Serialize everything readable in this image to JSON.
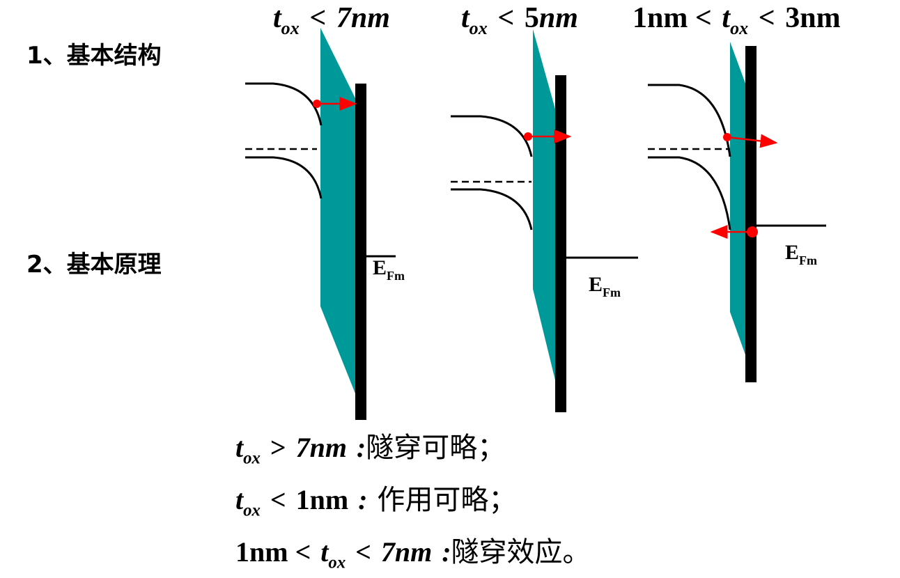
{
  "headers": {
    "h1": {
      "t": "t",
      "sub": "ox",
      "rel": "<",
      "val": "7",
      "unit": "nm"
    },
    "h2": {
      "t": "t",
      "sub": "ox",
      "rel": "<",
      "val": "5",
      "unit": "nm"
    },
    "h3": {
      "pre": "1nm <",
      "t": "t",
      "sub": "ox",
      "rel": "<",
      "val": "3nm"
    }
  },
  "sections": {
    "s1": "1、基本结构",
    "s2": "2、基本原理"
  },
  "fermi_labels": {
    "e": "E",
    "sub": "Fm"
  },
  "bottom_lines": {
    "l1": {
      "t": "t",
      "sub": "ox",
      "rel": ">",
      "val": "7",
      "unit": "nm",
      "colon": ":",
      "text": "隧穿可略；"
    },
    "l2": {
      "t": "t",
      "sub": "ox",
      "rel": "<",
      "val": "1nm",
      "colon": ":",
      "text": "作用可略；"
    },
    "l3": {
      "pre": "1nm <",
      "t": "t",
      "sub": "ox",
      "rel": "<",
      "val": "7",
      "unit": "nm",
      "colon": ":",
      "text": "隧穿效应。"
    }
  },
  "colors": {
    "oxide": "#009999",
    "metal": "#000000",
    "arrow": "#ff0000"
  }
}
